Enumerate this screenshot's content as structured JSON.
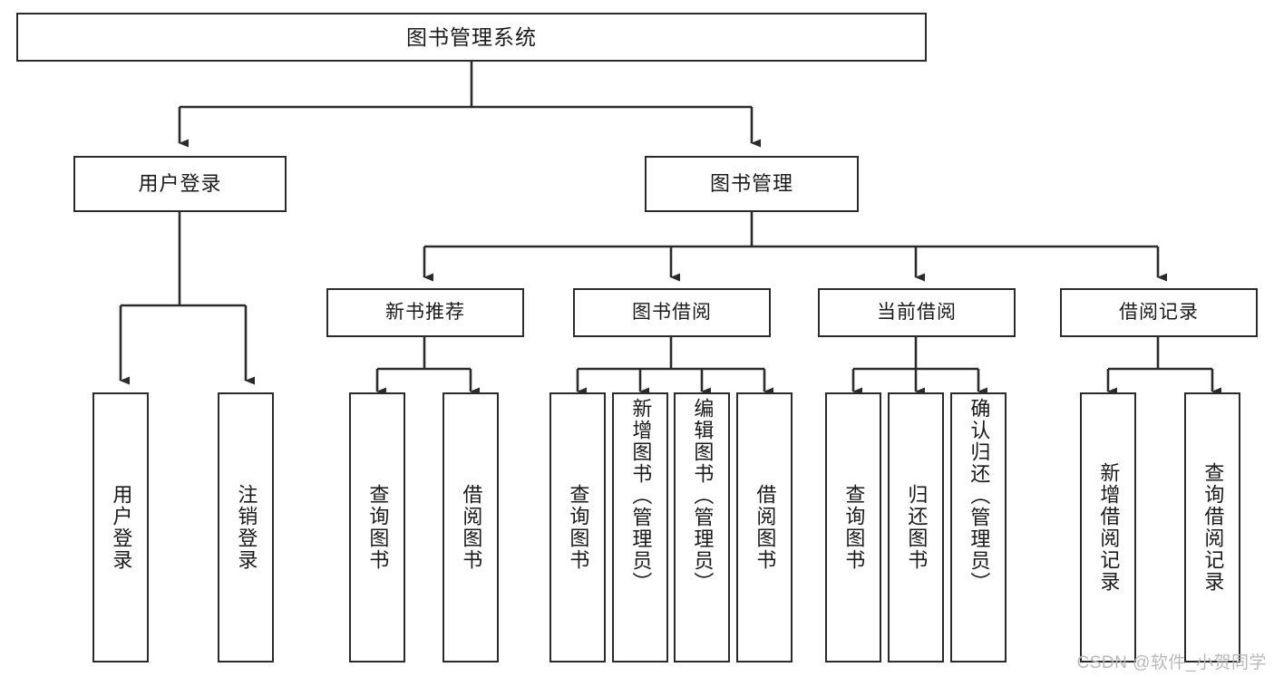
{
  "diagram": {
    "title": "图书管理系统",
    "type": "tree",
    "watermark": "CSDN @软件_小贺同学",
    "colors": {
      "stroke": "#2b2b2b",
      "fill": "#ffffff",
      "text": "#1a1a1a",
      "watermark": "#b9b9b9"
    },
    "root": {
      "label": "图书管理系统"
    },
    "level1": [
      {
        "id": "user-login",
        "label": "用户登录"
      },
      {
        "id": "book-manage",
        "label": "图书管理"
      }
    ],
    "level2": [
      {
        "id": "new-book-recommend",
        "label": "新书推荐",
        "parent": "book-manage"
      },
      {
        "id": "book-borrow",
        "label": "图书借阅",
        "parent": "book-manage"
      },
      {
        "id": "current-borrow",
        "label": "当前借阅",
        "parent": "book-manage"
      },
      {
        "id": "borrow-record",
        "label": "借阅记录",
        "parent": "book-manage"
      }
    ],
    "leaves": {
      "user-login": [
        {
          "id": "leaf-user-login",
          "label": "用户登录"
        },
        {
          "id": "leaf-logout-login",
          "label": "注销登录"
        }
      ],
      "new-book-recommend": [
        {
          "id": "leaf-query-book-1",
          "label": "查询图书"
        },
        {
          "id": "leaf-borrow-book-1",
          "label": "借阅图书"
        }
      ],
      "book-borrow": [
        {
          "id": "leaf-query-book-2",
          "label": "查询图书"
        },
        {
          "id": "leaf-add-book",
          "label": "新增图书（管理员）"
        },
        {
          "id": "leaf-edit-book",
          "label": "编辑图书（管理员）"
        },
        {
          "id": "leaf-borrow-book-2",
          "label": "借阅图书"
        }
      ],
      "current-borrow": [
        {
          "id": "leaf-query-book-3",
          "label": "查询图书"
        },
        {
          "id": "leaf-return-book",
          "label": "归还图书"
        },
        {
          "id": "leaf-confirm-return",
          "label": "确认归还（管理员）"
        }
      ],
      "borrow-record": [
        {
          "id": "leaf-add-record",
          "label": "新增借阅记录"
        },
        {
          "id": "leaf-query-record",
          "label": "查询借阅记录"
        }
      ]
    }
  }
}
